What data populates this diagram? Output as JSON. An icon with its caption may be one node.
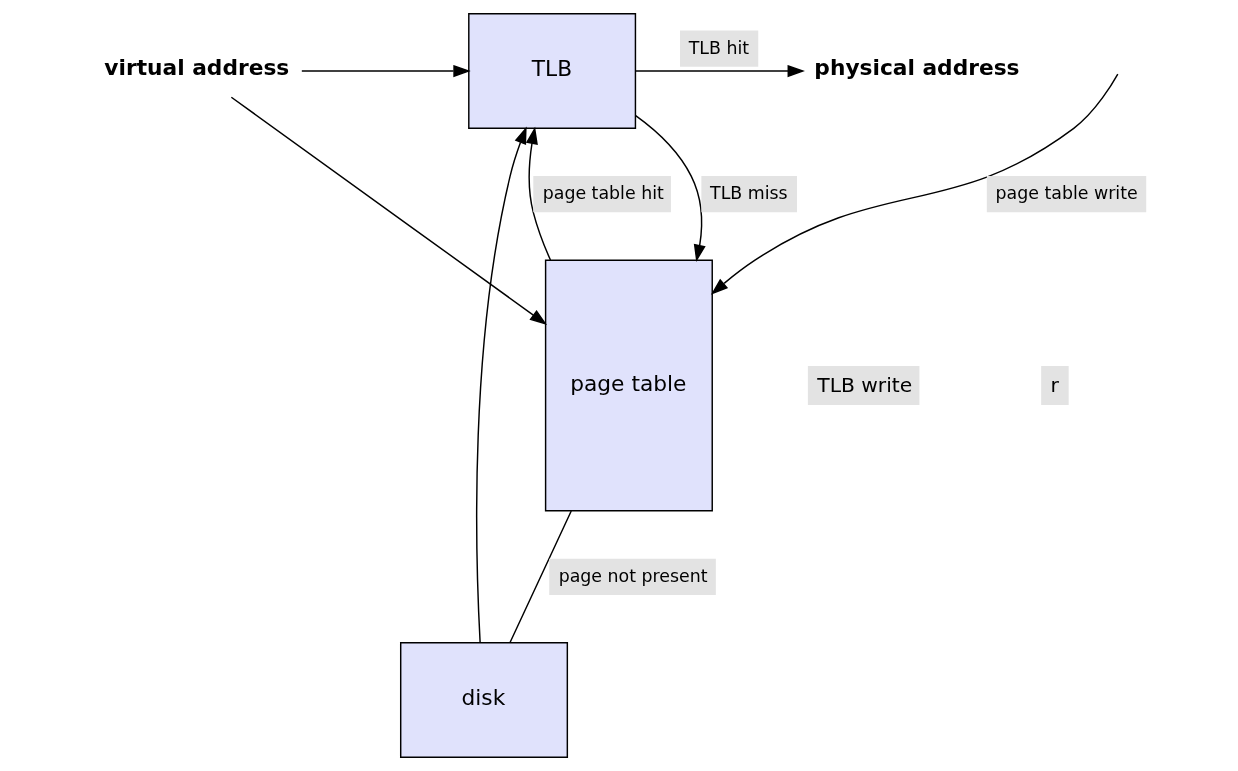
{
  "diagram": {
    "nodes": [
      {
        "text": [
          "virtual address"
        ]
      },
      {
        "text": [
          "TLB"
        ]
      },
      {
        "text": [
          "physical address"
        ]
      },
      {
        "text": [
          "page table"
        ]
      },
      {
        "text": [
          "disk"
        ]
      }
    ],
    "edges": [
      {
        "from": 0,
        "to": 1,
        "arrow": "to"
      },
      {
        "from": 0,
        "to": 3,
        "arrow": "to"
      },
      {
        "from": 1,
        "to": 2,
        "arrow": "to",
        "label": "TLB hit"
      },
      {
        "from": 1,
        "to": 3,
        "arrow": "to",
        "label": "TLB miss"
      },
      {
        "from": 3,
        "to": 1,
        "arrow": "to",
        "label": "page table hit"
      },
      {
        "from": 4,
        "to": 1,
        "arrow": "to"
      },
      {
        "from": 3,
        "to": 4,
        "arrow": "none",
        "label": "page not present"
      },
      {
        "from": null,
        "to": 3,
        "arrow": "to",
        "label": "page table write"
      }
    ],
    "labels": [
      "TLB write",
      "r"
    ]
  }
}
